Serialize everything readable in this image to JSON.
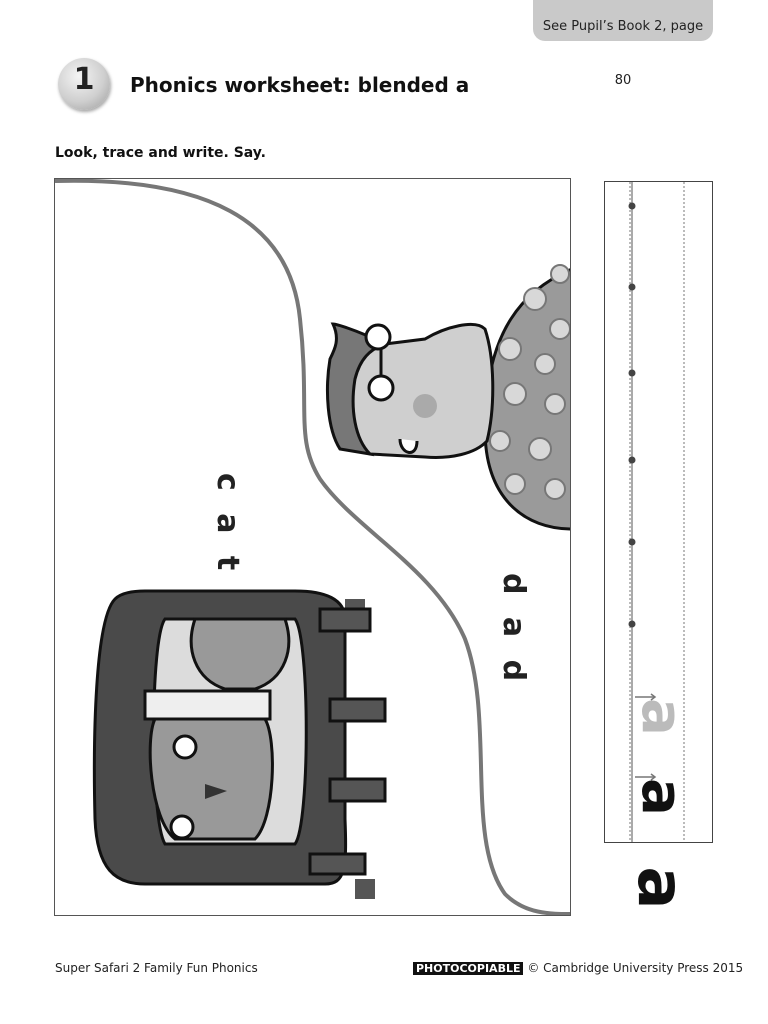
{
  "header": {
    "reference": "See Pupil’s Book 2, page 80",
    "number": "1",
    "title": "Phonics worksheet: blended a",
    "instruction": "Look, trace and write. Say."
  },
  "picture": {
    "word_cat": "c a t",
    "word_dad": "d a d"
  },
  "writing_strip": {
    "dotted_points": 6,
    "trace_letter": "a",
    "model_letter": "a",
    "large_letter": "a"
  },
  "footer": {
    "left": "Super Safari 2 Family Fun Phonics",
    "badge": "PHOTOCOPIABLE",
    "right": "© Cambridge University Press 2015"
  }
}
